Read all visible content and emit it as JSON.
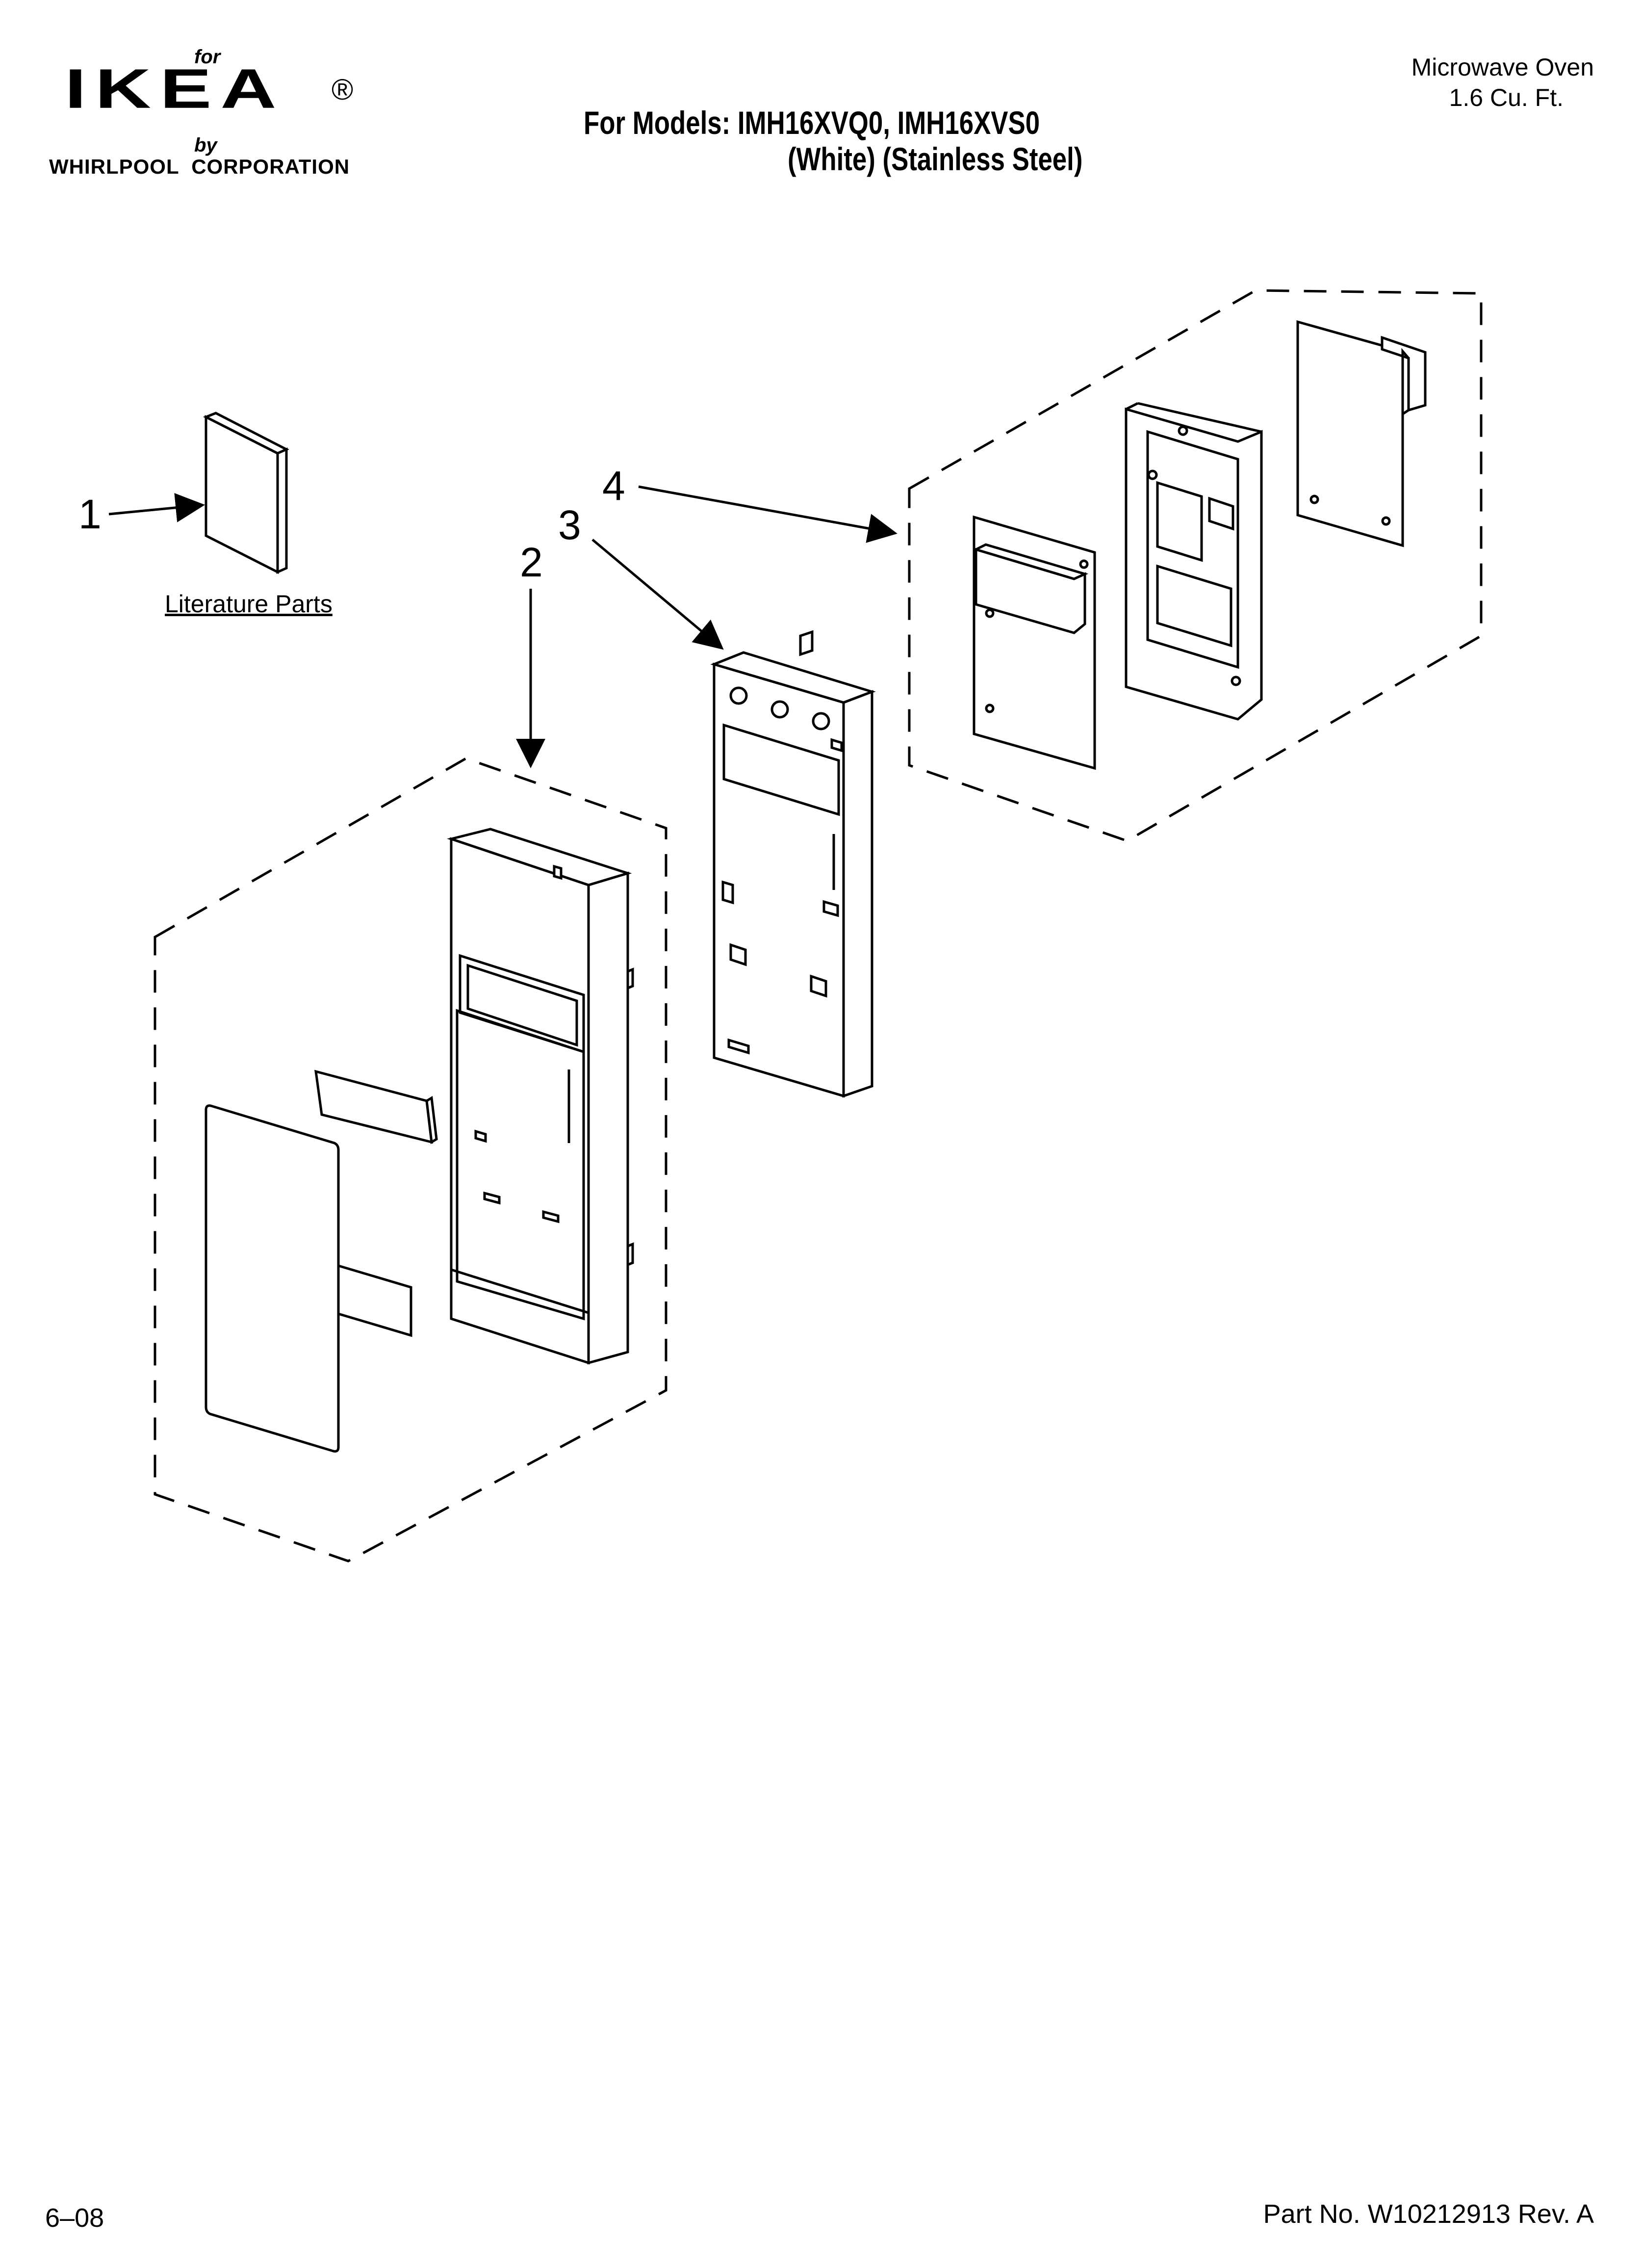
{
  "brand": {
    "for_text": "for",
    "name": "IKEA",
    "registered": "®",
    "by_text": "by",
    "corporation": "WHIRLPOOL  CORPORATION"
  },
  "header": {
    "models_line": "For Models: IMH16XVQ0, IMH16XVS0",
    "colors_line": "(White) (Stainless Steel)"
  },
  "product": {
    "name": "Microwave Oven",
    "size": "1.6 Cu. Ft."
  },
  "callouts": {
    "c1": "1",
    "c2": "2",
    "c3": "3",
    "c4": "4"
  },
  "literature_label": "Literature Parts",
  "footer": {
    "date": "6–08",
    "part_number": "Part No. W10212913 Rev. A"
  }
}
